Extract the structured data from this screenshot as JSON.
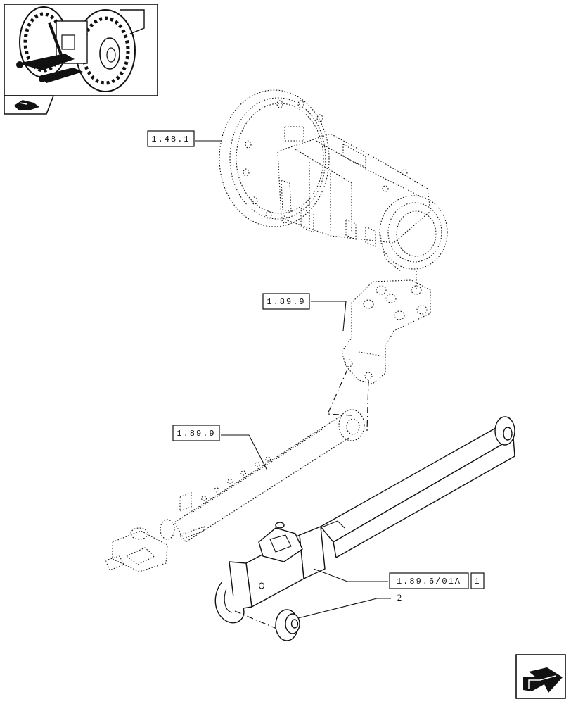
{
  "callouts": {
    "final_drive_housing": "1.48.1",
    "bracket": "1.89.9",
    "upper_link": "1.89.9",
    "lower_link_ref": "1.89.6/01A",
    "lower_link_item": "1",
    "ball_item": "2"
  },
  "icons": {
    "thumbnail": "tractor-rear-wheel-icon",
    "thumbnail_tab": "tractor-flag-icon",
    "navigation": "next-page-arrow-icon"
  }
}
